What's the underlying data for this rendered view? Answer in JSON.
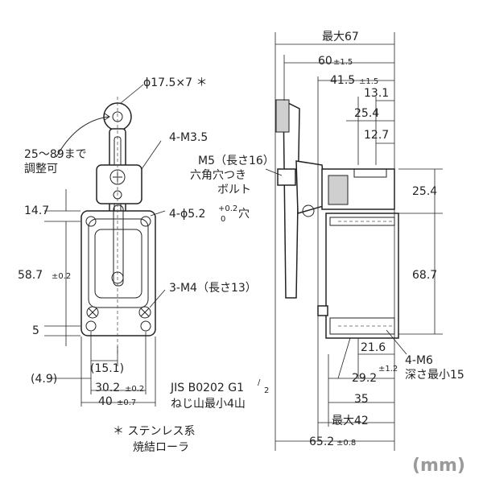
{
  "units": "(mm)",
  "front": {
    "roller_dia": "ϕ17.5×7 ＊",
    "screw_m35": "4-M3.5",
    "adjust_line1": "25〜89まで",
    "adjust_line2": "調整可",
    "hole_label": "4-ϕ5.2",
    "hole_tol_upper": "+0.2",
    "hole_tol_lower": "0",
    "hole_suffix": "穴",
    "screw_m4": "3-M4（長さ13）",
    "dim_14_7": "14.7",
    "dim_58_7": "58.7",
    "dim_58_7_tol": "±0.2",
    "dim_5": "5",
    "dim_4_9": "(4.9)",
    "dim_15_1": "(15.1)",
    "dim_30_2": "30.2",
    "dim_30_2_tol": "±0.2",
    "dim_40": "40",
    "dim_40_tol": "±0.7"
  },
  "side": {
    "max67": "最大67",
    "dim_60": "60",
    "dim_60_tol": "±1.5",
    "dim_41_5": "41.5",
    "dim_41_5_tol": "±1.5",
    "dim_13_1": "13.1",
    "dim_25_4_top": "25.4",
    "dim_12_7": "12.7",
    "m5_line1": "M5（長さ16）",
    "m5_line2": "六角穴つき",
    "m5_line3": "ボルト",
    "dim_25_4_right": "25.4",
    "dim_68_7": "68.7",
    "dim_21_6": "21.6",
    "dim_29_2": "29.2",
    "dim_29_2_tol": "±1.2",
    "m6_line1": "4-M6",
    "m6_line2": "深さ最小15",
    "jis_line1_a": "JIS B0202 G1",
    "jis_line1_b": "/",
    "jis_line1_c": "2",
    "jis_line2": "ねじ山最小4山",
    "dim_35": "35",
    "max42": "最大42",
    "dim_65_2": "65.2",
    "dim_65_2_tol": "±0.8"
  },
  "note_line1": "＊ ステンレス系",
  "note_line2": "焼結ローラ"
}
